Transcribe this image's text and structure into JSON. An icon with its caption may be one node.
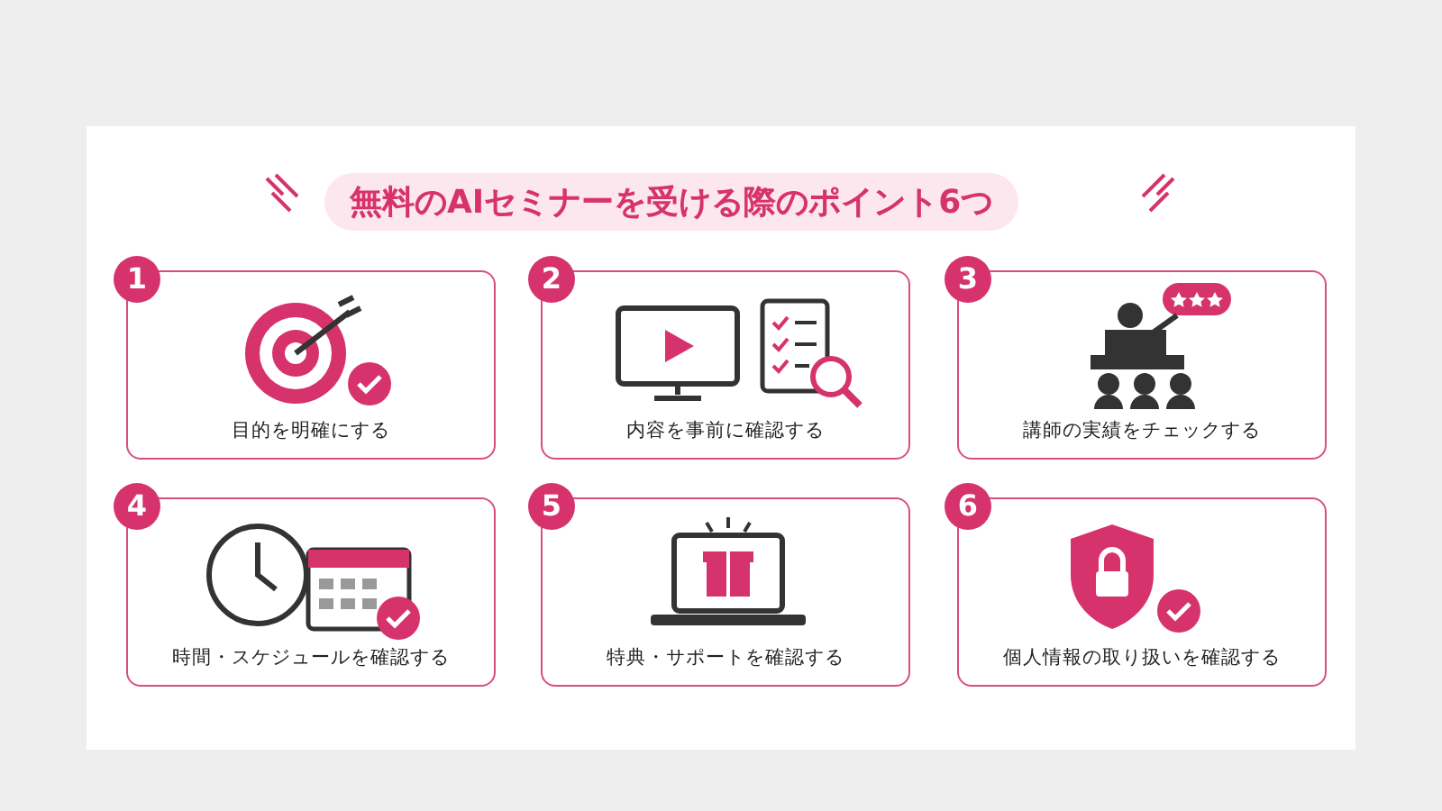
{
  "diagram": {
    "title": "無料のAIセミナーを受ける際のポイント6つ",
    "nodes": [
      {
        "text": [
          "1",
          "目的を明確にする"
        ]
      },
      {
        "text": [
          "2",
          "内容を事前に確認する"
        ]
      },
      {
        "text": [
          "3",
          "講師の実績をチェックする"
        ]
      },
      {
        "text": [
          "4",
          "時間・スケジュールを確認する"
        ]
      },
      {
        "text": [
          "5",
          "特典・サポートを確認する"
        ]
      },
      {
        "text": [
          "6",
          "個人情報の取り扱いを確認する"
        ]
      }
    ],
    "edges": []
  }
}
